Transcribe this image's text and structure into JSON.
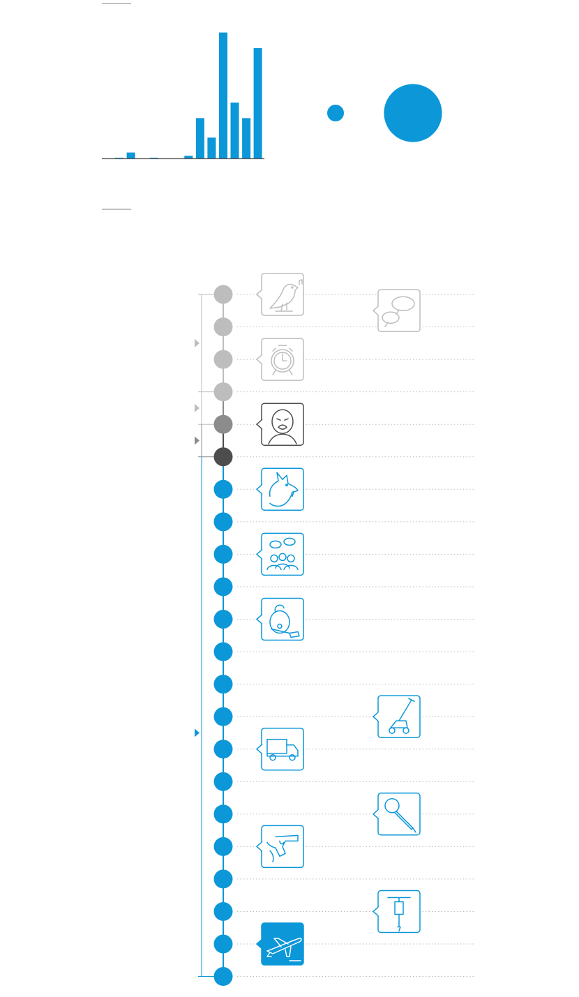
{
  "colors": {
    "accent": "#0b97d8",
    "dot_light": "#bdbdbd",
    "dot_medium": "#8c8c8c",
    "dot_dark": "#4d4d4d",
    "rule": "#9a9a9a",
    "dotted": "#bcbcbc"
  },
  "chart_data": [
    {
      "type": "bar",
      "values": [
        0.5,
        4.5,
        0,
        0.5,
        0,
        0,
        2,
        31,
        16,
        97,
        43,
        31,
        85
      ],
      "ylim": [
        0,
        100
      ]
    },
    {
      "type": "bubble",
      "values": [
        1,
        12
      ]
    },
    {
      "type": "timeline",
      "levels": [
        "light",
        "light",
        "light",
        "light",
        "medium",
        "dark",
        "blue",
        "blue",
        "blue",
        "blue",
        "blue",
        "blue",
        "blue",
        "blue",
        "blue",
        "blue",
        "blue",
        "blue",
        "blue",
        "blue",
        "blue",
        "blue"
      ],
      "markers": [
        1.5,
        3.5,
        4.5,
        13.5
      ],
      "bracket_breaks": [
        3,
        4,
        5
      ],
      "icons": [
        {
          "name": "bird-icon",
          "col": "left",
          "row": 0,
          "level": "light"
        },
        {
          "name": "speech-bubbles-icon",
          "col": "right",
          "row": 0.5,
          "level": "light"
        },
        {
          "name": "alarm-clock-icon",
          "col": "left",
          "row": 2,
          "level": "light"
        },
        {
          "name": "crying-baby-icon",
          "col": "left",
          "row": 4,
          "level": "dark"
        },
        {
          "name": "dog-icon",
          "col": "left",
          "row": 6,
          "level": "blue"
        },
        {
          "name": "people-talking-icon",
          "col": "left",
          "row": 8,
          "level": "blue"
        },
        {
          "name": "vacuum-cleaner-icon",
          "col": "left",
          "row": 10,
          "level": "blue"
        },
        {
          "name": "lawn-mower-icon",
          "col": "right",
          "row": 13,
          "level": "blue"
        },
        {
          "name": "truck-icon",
          "col": "left",
          "row": 14,
          "level": "blue"
        },
        {
          "name": "microphone-icon",
          "col": "right",
          "row": 16,
          "level": "blue"
        },
        {
          "name": "revolver-icon",
          "col": "left",
          "row": 17,
          "level": "blue"
        },
        {
          "name": "jackhammer-icon",
          "col": "right",
          "row": 19,
          "level": "blue"
        },
        {
          "name": "airplane-icon",
          "col": "left",
          "row": 20,
          "level": "filled"
        }
      ]
    }
  ]
}
